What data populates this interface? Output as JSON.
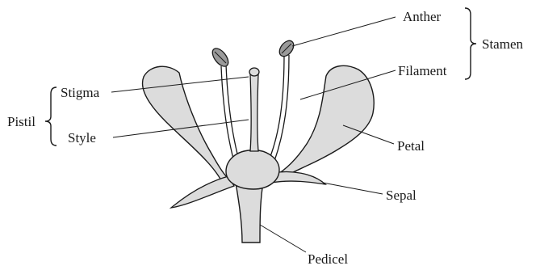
{
  "diagram": {
    "labels": {
      "anther": "Anther",
      "stamen": "Stamen",
      "filament": "Filament",
      "stigma": "Stigma",
      "pistil": "Pistil",
      "style": "Style",
      "petal": "Petal",
      "sepal": "Sepal",
      "pedicel": "Pedicel"
    },
    "colors": {
      "fill": "#dcdcdc",
      "line": "#1a1a1a"
    }
  }
}
